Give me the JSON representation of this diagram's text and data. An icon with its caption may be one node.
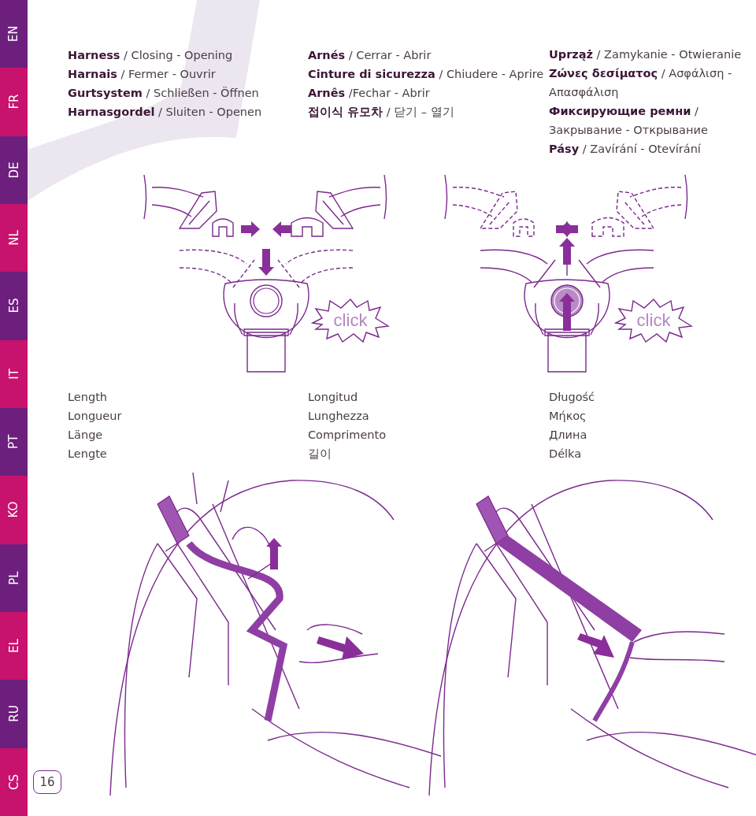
{
  "diagram": {
    "nodes": [
      {
        "text": [
          "EN"
        ]
      },
      {
        "text": [
          "FR"
        ]
      },
      {
        "text": [
          "DE"
        ]
      },
      {
        "text": [
          "NL"
        ]
      },
      {
        "text": [
          "ES"
        ]
      },
      {
        "text": [
          "IT"
        ]
      },
      {
        "text": [
          "PT"
        ]
      },
      {
        "text": [
          "KO"
        ]
      },
      {
        "text": [
          "PL"
        ]
      },
      {
        "text": [
          "EL"
        ]
      },
      {
        "text": [
          "RU"
        ]
      },
      {
        "text": [
          "CS"
        ]
      },
      {
        "text": [
          "click"
        ]
      },
      {
        "text": [
          "click"
        ]
      },
      {
        "text": [
          "16"
        ]
      }
    ],
    "labels": [
      "**Harness** / Closing - Opening",
      "**Harnais** / Fermer - Ouvrir",
      "**Gurtsystem** / Schließen - Öffnen",
      "**Harnasgordel** / Sluiten - Openen",
      "**Arnés** / Cerrar - Abrir",
      "**Cinture di sicurezza** / Chiudere - Aprire",
      "**Arnês** /Fechar - Abrir",
      "**접이식 유모차** / 닫기 – 열기",
      "**Uprząż** / Zamykanie - Otwieranie",
      "**Ζώνες δεσίματος** / Ασφάλιση - Απασφάλιση",
      "**Фиксирующие ремни** / Закрывание - Открывание",
      "**Pásy** / Zavírání - Otevírání",
      "Length",
      "Longueur",
      "Länge",
      "Lengte",
      "Longitud",
      "Lunghezza",
      "Comprimento",
      "길이",
      "Długość",
      "Μήκος",
      "Длина",
      "Délka"
    ]
  }
}
